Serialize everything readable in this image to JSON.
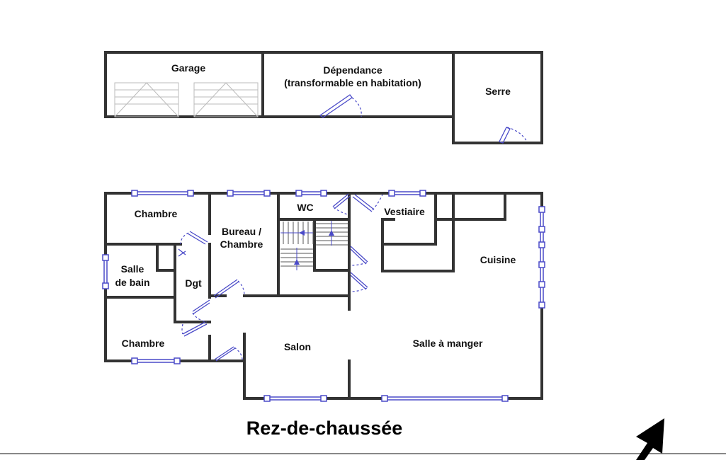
{
  "outbuilding": {
    "garage": "Garage",
    "dependance_line1": "Dépendance",
    "dependance_line2": "(transformable en habitation)",
    "serre": "Serre"
  },
  "house": {
    "chambre_1": "Chambre",
    "bureau_line1": "Bureau /",
    "bureau_line2": "Chambre",
    "wc": "WC",
    "vestiaire": "Vestiaire",
    "cuisine": "Cuisine",
    "salle_bain_line1": "Salle",
    "salle_bain_line2": "de bain",
    "dgt": "Dgt",
    "chambre_2": "Chambre",
    "salon": "Salon",
    "salle_a_manger": "Salle à manger"
  },
  "title": "Rez-de-chaussée",
  "colors": {
    "wall": "#333333",
    "window": "#4a4ac8"
  }
}
